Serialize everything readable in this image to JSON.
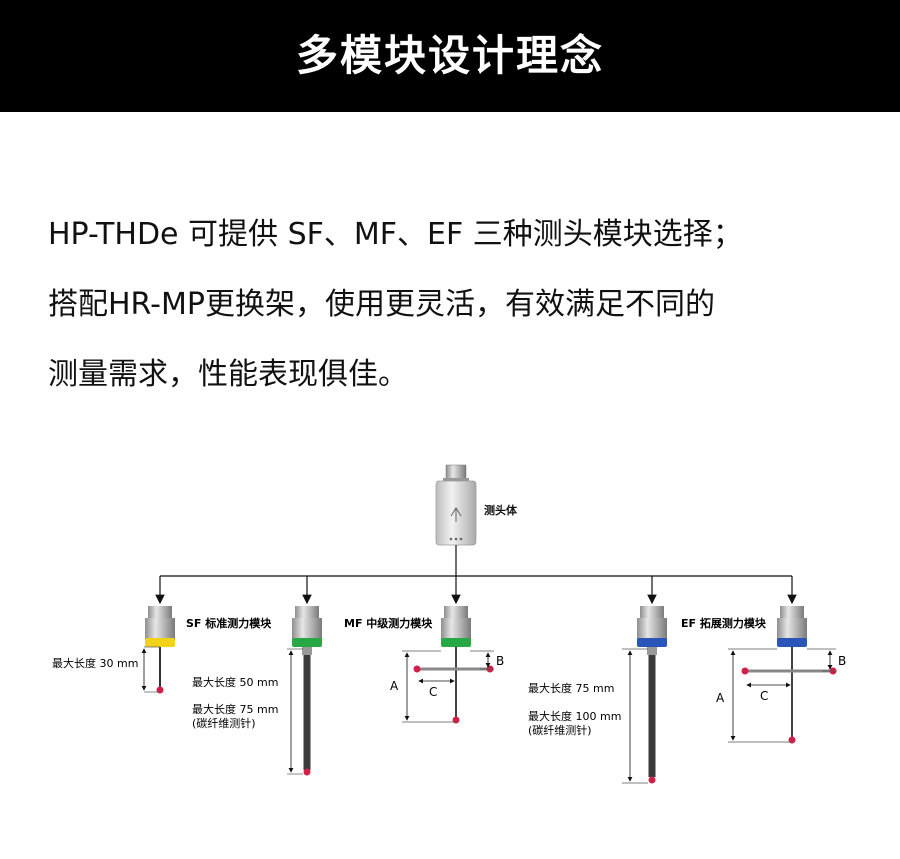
{
  "header": {
    "title": "多模块设计理念"
  },
  "intro": {
    "lines": [
      "HP-THDe 可提供 SF、MF、EF 三种测头模块选择；",
      "搭配HR-MP更换架，使用更灵活，有效满足不同的",
      "测量需求，性能表现俱佳。"
    ]
  },
  "diagram": {
    "probe_body_label": "测头体",
    "modules": [
      {
        "label": "SF 标准测力模块",
        "ring_color": "#f2d21a"
      },
      {
        "label": "MF 中级测力模块",
        "ring_color": "#27a845"
      },
      {
        "label": "EF 拓展测力模块",
        "ring_color": "#2a55b8"
      }
    ],
    "sf_length": "最大长度 30 mm",
    "mf_len1": "最大长度 50 mm",
    "mf_len2": "最大长度 75 mm",
    "mf_len2_note": "(碳纤维测针)",
    "ef_len1": "最大长度 75 mm",
    "ef_len2": "最大长度 100 mm",
    "ef_len2_note": "(碳纤维测针)",
    "dim_a": "A",
    "dim_b": "B",
    "dim_c": "C",
    "tip_color": "#d0204a"
  }
}
